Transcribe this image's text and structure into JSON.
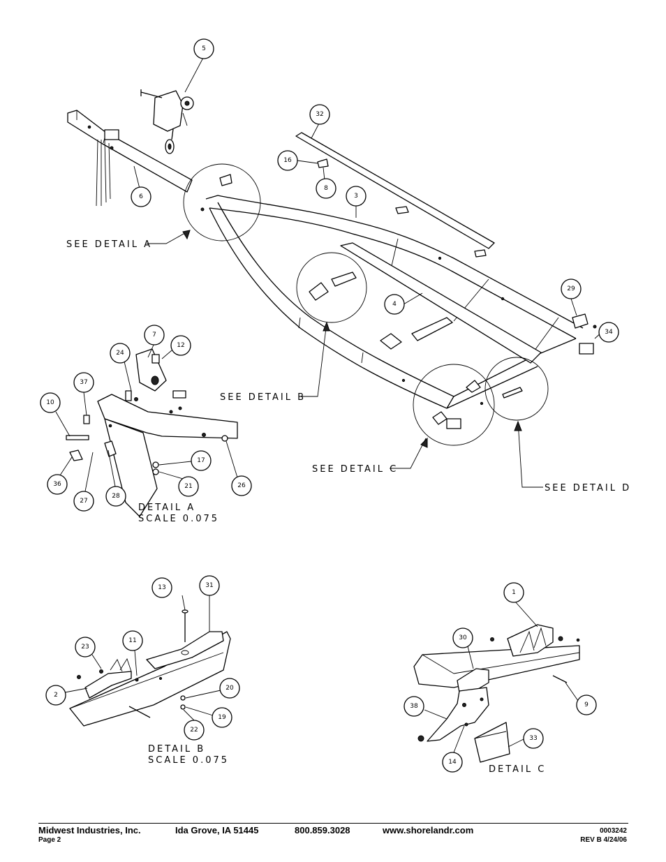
{
  "balloons": [
    "5",
    "32",
    "16",
    "8",
    "6",
    "3",
    "4",
    "29",
    "34",
    "7",
    "12",
    "24",
    "37",
    "10",
    "36",
    "27",
    "28",
    "17",
    "21",
    "26",
    "13",
    "31",
    "11",
    "23",
    "2",
    "20",
    "19",
    "22",
    "1",
    "30",
    "9",
    "38",
    "14",
    "33"
  ],
  "callouts": {
    "detail_a": "SEE DETAIL  A",
    "detail_b": "SEE DETAIL  B",
    "detail_c": "SEE DETAIL  C",
    "detail_d": "SEE DETAIL  D"
  },
  "detail_labels": {
    "a_title": "DETAIL  A",
    "a_scale": "SCALE  0.075",
    "b_title": "DETAIL  B",
    "b_scale": "SCALE  0.075",
    "c_title": "DETAIL  C"
  },
  "footer": {
    "company": "Midwest Industries, Inc.",
    "city": "Ida Grove, IA  51445",
    "phone": "800.859.3028",
    "website": "www.shorelandr.com",
    "page": "Page 2",
    "doc_number": "0003242",
    "revision": "REV B  4/24/06"
  }
}
